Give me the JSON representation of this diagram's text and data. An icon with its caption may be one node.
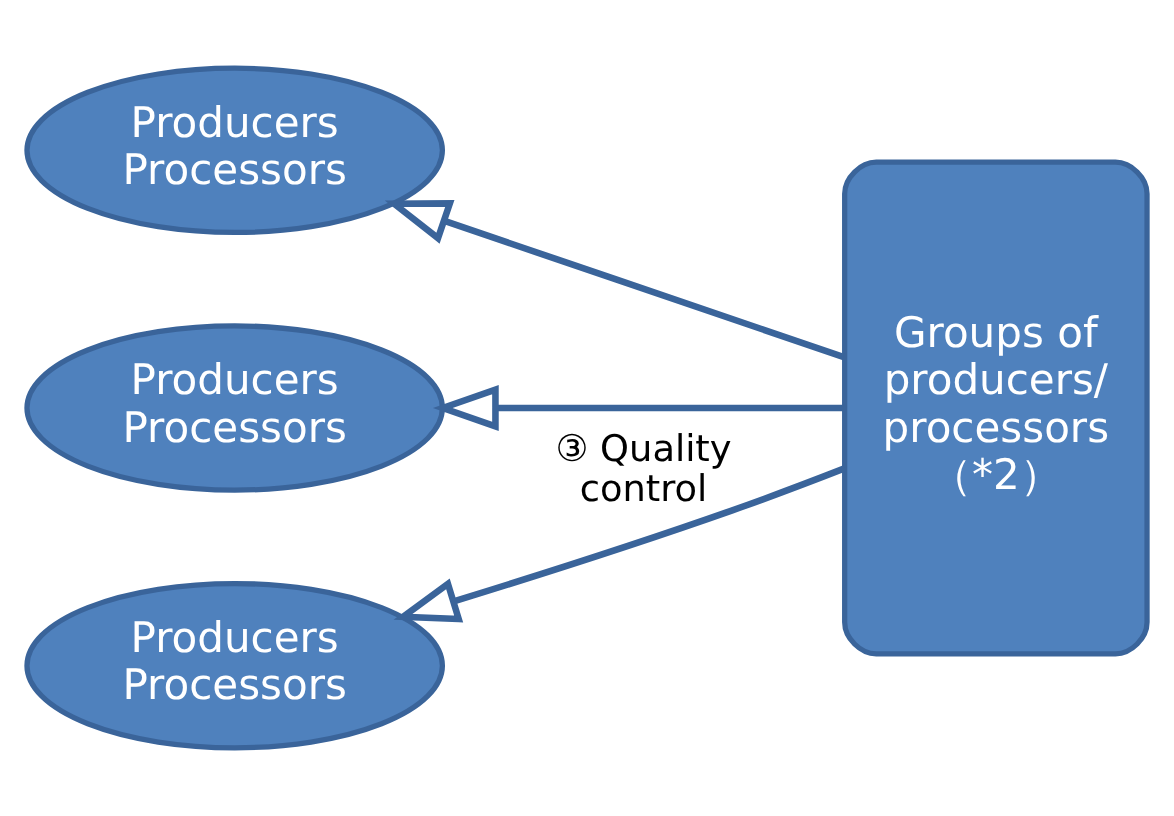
{
  "diagram": {
    "nodes": [
      {
        "text": [
          "Producers Processors"
        ]
      },
      {
        "text": [
          "Producers Processors"
        ]
      },
      {
        "text": [
          "Producers Processors"
        ]
      },
      {
        "text": [
          "Groups of producers/ processors （*2）"
        ]
      }
    ],
    "edges": [
      {
        "from": 3,
        "to": 0,
        "arrow": "to"
      },
      {
        "from": 3,
        "to": 1,
        "arrow": "to"
      },
      {
        "from": 3,
        "to": 2,
        "arrow": "to",
        "label": "③ Quality control"
      }
    ]
  }
}
